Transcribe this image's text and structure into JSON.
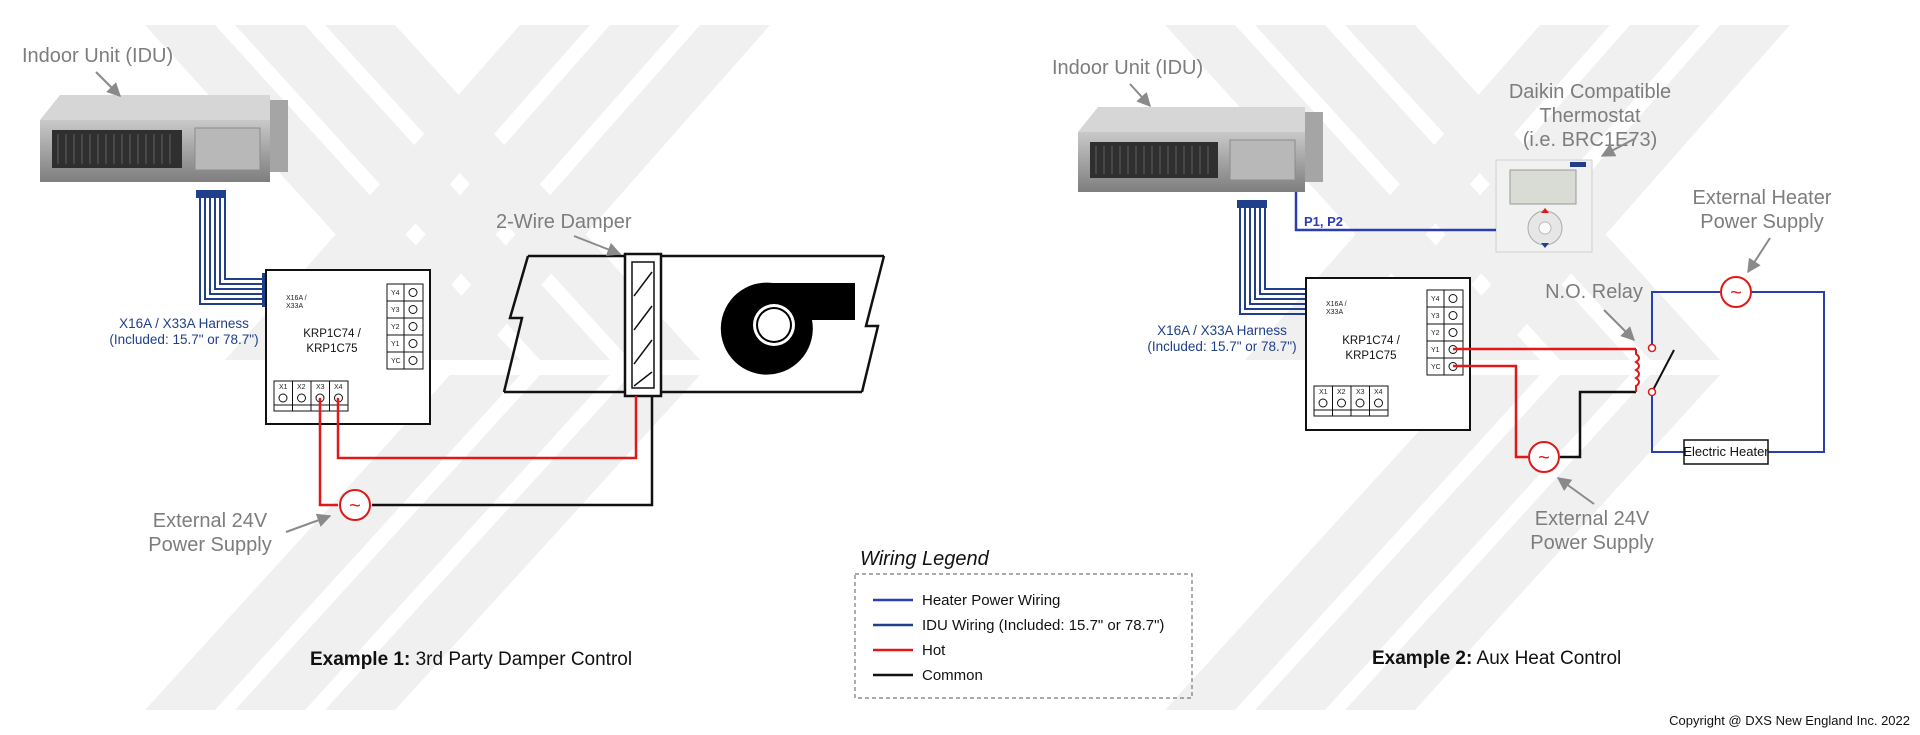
{
  "colors": {
    "heater_power_wiring": "#2b3eb0",
    "idu_wiring": "#1f3f8a",
    "hot": "#e01818",
    "common": "#111111",
    "label_gray": "#7d7d7d",
    "watermark": "#f0f0f0"
  },
  "example1": {
    "idu_label": "Indoor Unit (IDU)",
    "harness_line1": "X16A / X33A Harness",
    "harness_line2": "(Included: 15.7\" or 78.7\")",
    "connector_line1": "X16A /",
    "connector_line2": "X33A",
    "controller_line1": "KRP1C74 /",
    "controller_line2": "KRP1C75",
    "terminals_right": [
      "Y4",
      "Y3",
      "Y2",
      "Y1",
      "YC"
    ],
    "terminals_bottom": [
      "X1",
      "X2",
      "X3",
      "X4"
    ],
    "damper_label": "2-Wire Damper",
    "power_line1": "External 24V",
    "power_line2": "Power Supply",
    "caption_bold": "Example 1:",
    "caption_rest": " 3rd Party Damper Control",
    "tilde": "~"
  },
  "example2": {
    "idu_label": "Indoor Unit (IDU)",
    "thermostat_line1": "Daikin Compatible",
    "thermostat_line2": "Thermostat",
    "thermostat_line3": "(i.e. BRC1E73)",
    "p1p2": "P1, P2",
    "harness_line1": "X16A / X33A Harness",
    "harness_line2": "(Included: 15.7\" or 78.7\")",
    "connector_line1": "X16A /",
    "connector_line2": "X33A",
    "controller_line1": "KRP1C74 /",
    "controller_line2": "KRP1C75",
    "terminals_right": [
      "Y4",
      "Y3",
      "Y2",
      "Y1",
      "YC"
    ],
    "terminals_bottom": [
      "X1",
      "X2",
      "X3",
      "X4"
    ],
    "heater_supply_line1": "External Heater",
    "heater_supply_line2": "Power Supply",
    "relay_label": "N.O. Relay",
    "heater_label": "Electric Heater",
    "power_line1": "External 24V",
    "power_line2": "Power Supply",
    "caption_bold": "Example 2:",
    "caption_rest": " Aux Heat Control",
    "tilde": "~"
  },
  "legend": {
    "title": "Wiring Legend",
    "items": [
      {
        "label": "Heater Power Wiring",
        "color": "#2b3eb0"
      },
      {
        "label": "IDU Wiring (Included: 15.7\" or 78.7\")",
        "color": "#1f3f8a"
      },
      {
        "label": "Hot",
        "color": "#e01818"
      },
      {
        "label": "Common",
        "color": "#111111"
      }
    ]
  },
  "copyright": "Copyright @ DXS New England Inc. 2022"
}
